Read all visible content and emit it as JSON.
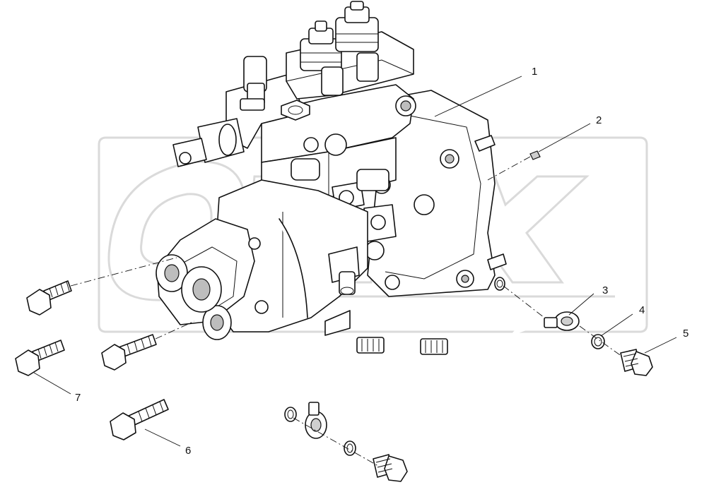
{
  "callouts": [
    {
      "id": "callout-1",
      "text": "1"
    },
    {
      "id": "callout-2",
      "text": "2"
    },
    {
      "id": "callout-3",
      "text": "3"
    },
    {
      "id": "callout-4",
      "text": "4"
    },
    {
      "id": "callout-5",
      "text": "5"
    },
    {
      "id": "callout-6",
      "text": "6"
    },
    {
      "id": "callout-7",
      "text": "7"
    }
  ],
  "colors": {
    "line": "#111111",
    "watermark": "#d8d8d8",
    "background": "#ffffff"
  }
}
